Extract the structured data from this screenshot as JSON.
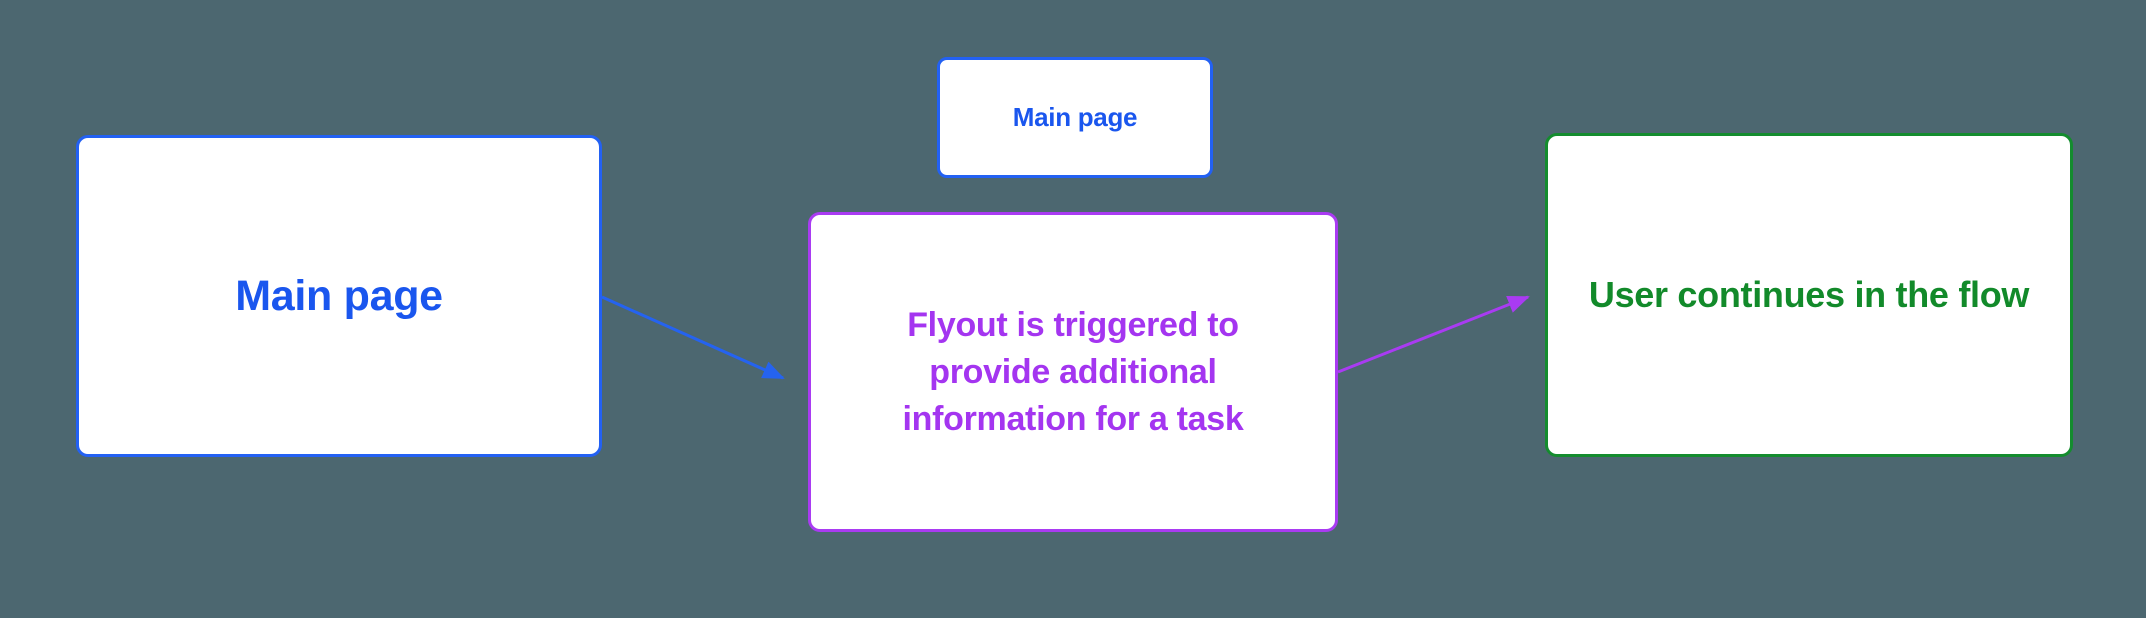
{
  "canvas": {
    "background_color": "#4C6770"
  },
  "nodes": {
    "main": {
      "label": "Main page",
      "text_color": "#1A56EE",
      "border_color": "#2361F3",
      "fill_color": "#FFFFFF"
    },
    "main_small": {
      "label": "Main page",
      "text_color": "#1A56EE",
      "border_color": "#2361F3",
      "fill_color": "#FFFFFF"
    },
    "flyout": {
      "label": "Flyout is triggered to\nprovide additional\ninformation for a task",
      "text_color": "#A435F0",
      "border_color": "#A93BF2",
      "fill_color": "#FFFFFF"
    },
    "continue": {
      "label": "User continues in the flow",
      "text_color": "#128A2A",
      "border_color": "#148C2E",
      "fill_color": "#FFFFFF"
    }
  },
  "connectors": [
    {
      "name": "main-to-flyout",
      "from": "main",
      "to": "flyout",
      "color": "#2563F0"
    },
    {
      "name": "flyout-to-continue",
      "from": "flyout",
      "to": "continue",
      "color": "#A93BF2"
    }
  ]
}
